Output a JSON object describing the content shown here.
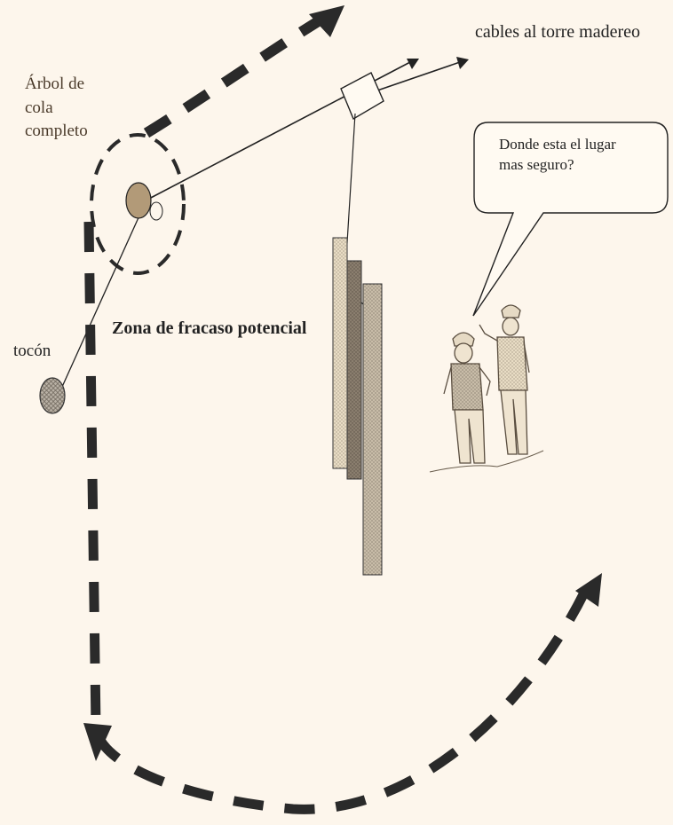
{
  "labels": {
    "tree_line1": "Árbol de",
    "tree_line2": "cola",
    "tree_line3": "completo",
    "cables": "cables al torre madereo",
    "stump": "tocón",
    "zone": "Zona de fracaso potencial",
    "bubble_line1": "Donde esta el lugar",
    "bubble_line2": "mas seguro?"
  },
  "colors": {
    "background": "#fdf6ec",
    "dashes": "#2a2a2a",
    "tree": "#b29a78",
    "log_light": "#e8dcc4",
    "log_dark": "#8a7e6e",
    "log_mid": "#c8bca8"
  },
  "icons": [
    "tree-icon",
    "stump-icon",
    "carriage-icon",
    "arrow-icon",
    "worker-icon"
  ]
}
